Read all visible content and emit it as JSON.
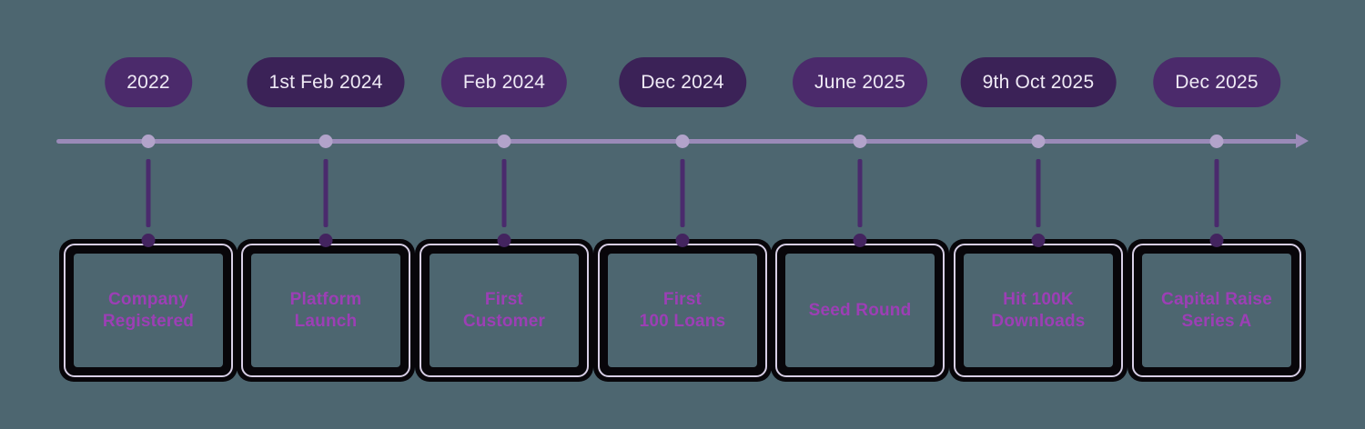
{
  "diagram": {
    "type": "horizontal-timeline",
    "background_color": "#4d6670",
    "axis": {
      "line_color": "#9a8ab8",
      "node_dot_color": "#b2a3ca",
      "arrow_direction": "right"
    },
    "card": {
      "frame_color": "#08060a",
      "ring_color": "#d8cfe6",
      "interior_color": "#4d6670",
      "label_color": "#9c3fb5"
    },
    "pill_colors": [
      "#4b2a6b",
      "#3b2257"
    ],
    "connector_color": "#4a2a6d",
    "card_dot_color": "#43245f"
  },
  "milestones": [
    {
      "date": "2022",
      "title": "Company Registered",
      "title_line1": "Company",
      "title_line2": "Registered",
      "pill_color": "#4b2a6b"
    },
    {
      "date": "1st Feb 2024",
      "title": "Platform Launch",
      "title_line1": "Platform",
      "title_line2": "Launch",
      "pill_color": "#3b2257"
    },
    {
      "date": "Feb 2024",
      "title": "First Customer",
      "title_line1": "First",
      "title_line2": "Customer",
      "pill_color": "#4b2a6b"
    },
    {
      "date": "Dec 2024",
      "title": "First 100 Loans",
      "title_line1": "First",
      "title_line2": "100 Loans",
      "pill_color": "#3b2257"
    },
    {
      "date": "June 2025",
      "title": "Seed Round",
      "title_line1": "Seed Round",
      "title_line2": "",
      "pill_color": "#4b2a6b"
    },
    {
      "date": "9th Oct 2025",
      "title": "Hit 100K Downloads",
      "title_line1": "Hit 100K",
      "title_line2": "Downloads",
      "pill_color": "#3b2257"
    },
    {
      "date": "Dec 2025",
      "title": "Capital Raise Series A",
      "title_line1": "Capital Raise",
      "title_line2": "Series A",
      "pill_color": "#4b2a6b"
    }
  ]
}
